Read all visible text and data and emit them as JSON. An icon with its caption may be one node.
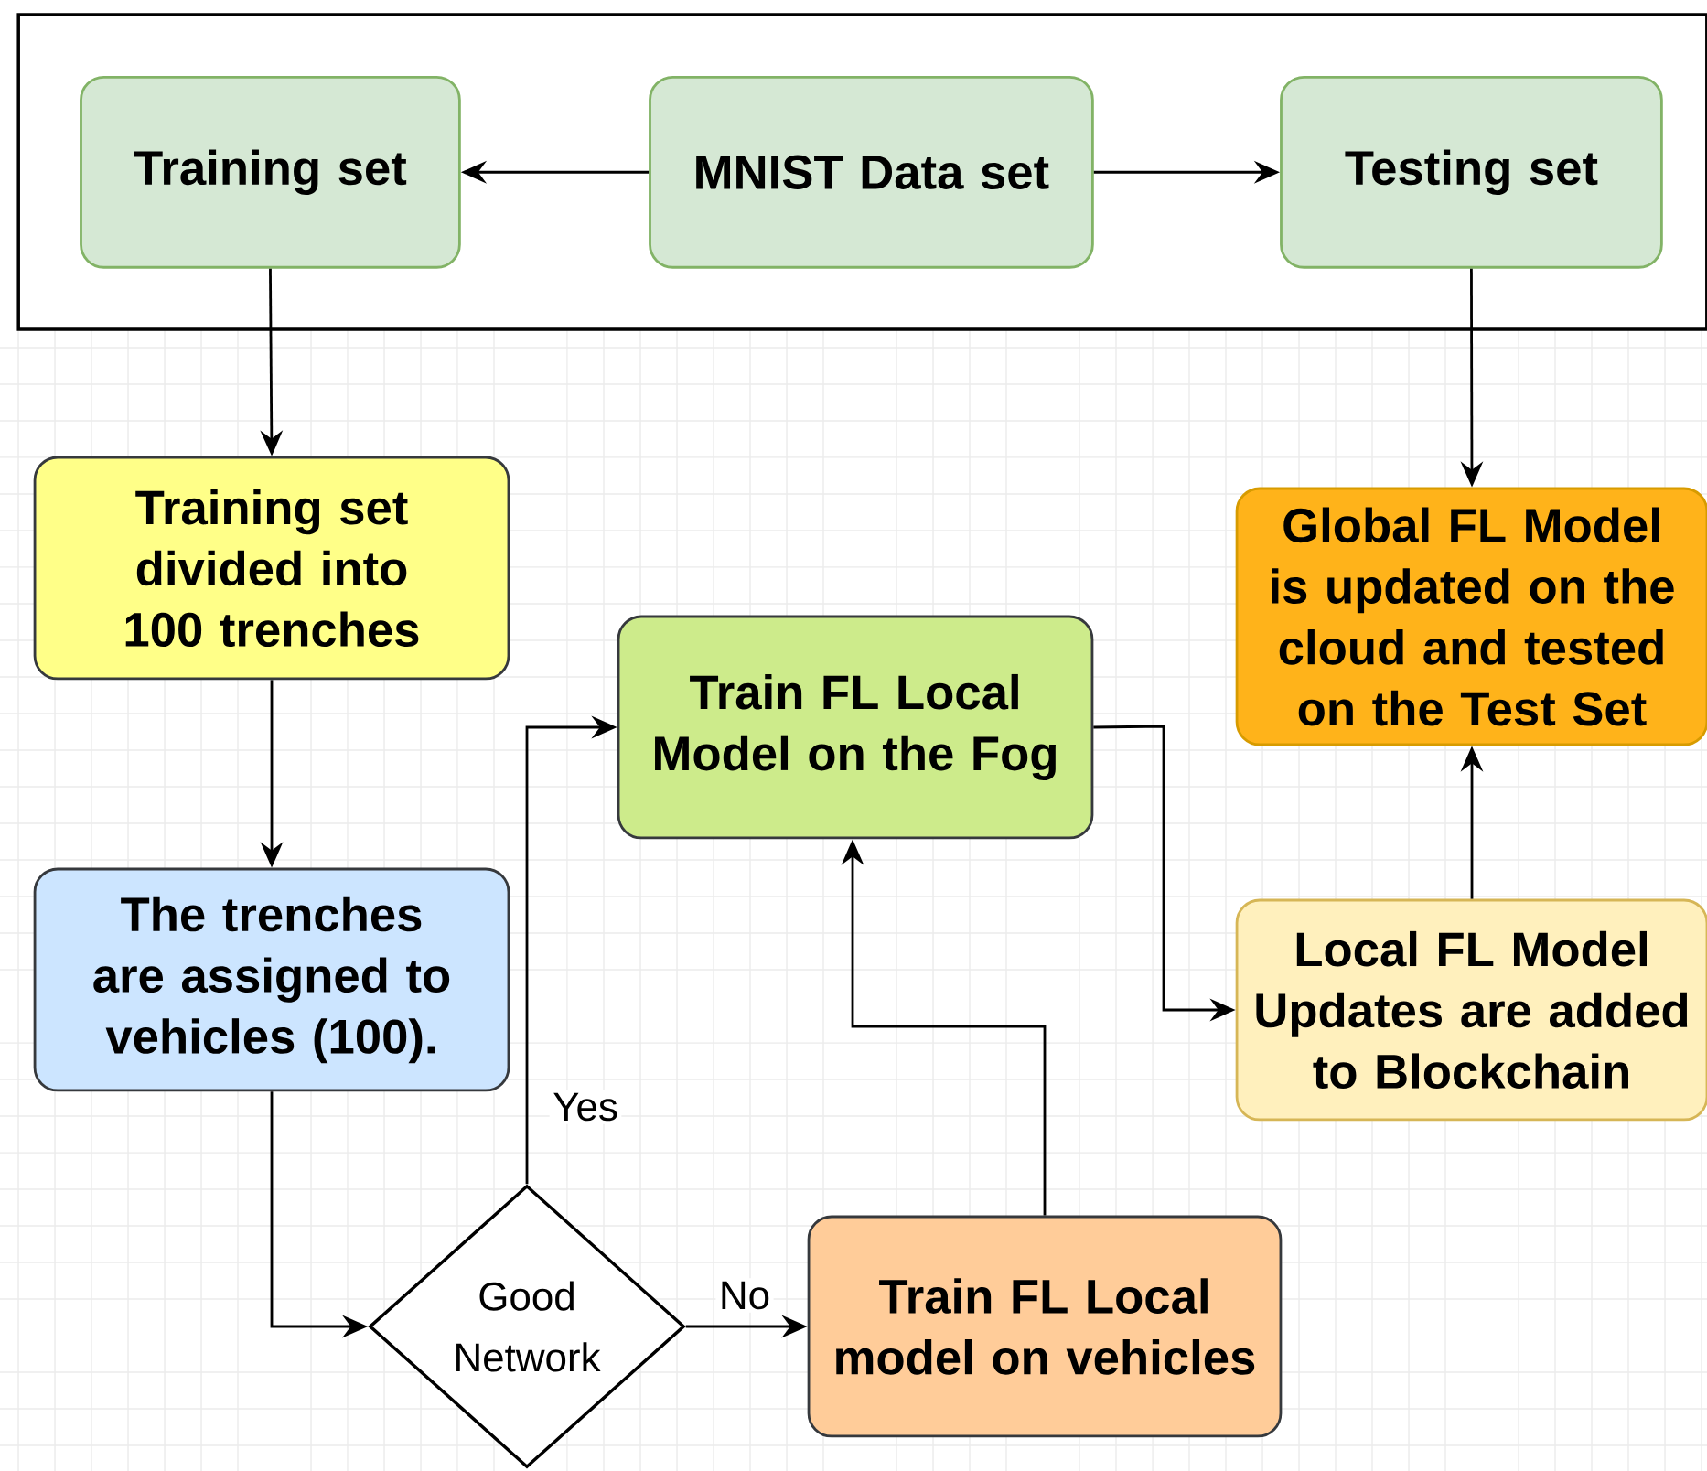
{
  "diagram": {
    "nodes": [
      {
        "text": [],
        "shape": "box"
      },
      {
        "text": [
          "Training set"
        ],
        "in": 0
      },
      {
        "text": [
          "MNIST Data set"
        ],
        "in": 0
      },
      {
        "text": [
          "Testing set"
        ],
        "in": 0
      },
      {
        "text": [
          "Training set divided into 100 trenches"
        ]
      },
      {
        "text": [
          "The trenches are assigned to vehicles (100)."
        ]
      },
      {
        "text": [
          "Good Network"
        ]
      },
      {
        "text": [
          "Train FL Local Model on the Fog"
        ]
      },
      {
        "text": [
          "Train FL Local model on vehicles"
        ]
      },
      {
        "text": [
          "Local FL Model Updates are added to Blockchain"
        ]
      },
      {
        "text": [
          "Global FL Model is updated on the cloud and tested on the Test Set"
        ]
      }
    ],
    "edges": [
      {
        "from": 2,
        "to": 1,
        "arrow": "to"
      },
      {
        "from": 2,
        "to": 3,
        "arrow": "to"
      },
      {
        "from": 1,
        "to": 4,
        "arrow": "to"
      },
      {
        "from": 3,
        "to": 10,
        "arrow": "to"
      },
      {
        "from": 4,
        "to": 5,
        "arrow": "to"
      },
      {
        "from": 5,
        "to": 6,
        "arrow": "to"
      },
      {
        "from": 6,
        "to": 7,
        "arrow": "to",
        "label": "Yes"
      },
      {
        "from": 6,
        "to": 8,
        "arrow": "to",
        "label": "No"
      },
      {
        "from": 8,
        "to": 7,
        "arrow": "to"
      },
      {
        "from": 7,
        "to": 9,
        "arrow": "to"
      },
      {
        "from": 9,
        "to": 10,
        "arrow": "to"
      }
    ]
  }
}
